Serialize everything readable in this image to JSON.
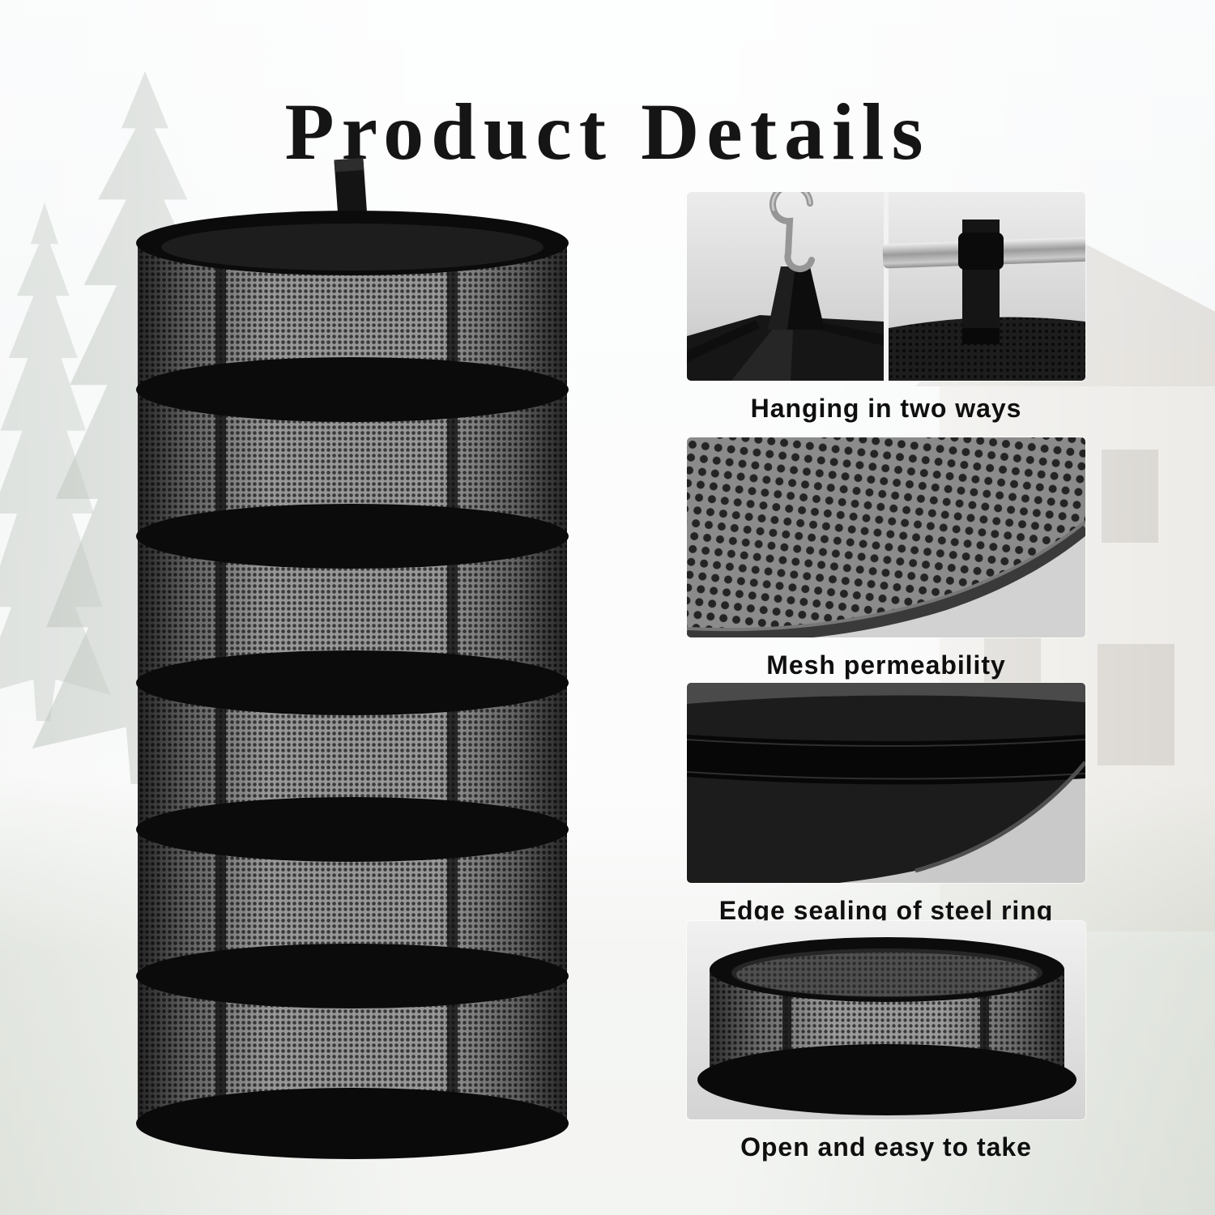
{
  "page": {
    "title": "Product Details"
  },
  "main_image": {
    "description": "6-layer black mesh hanging drying rack with top hanging strap"
  },
  "details": [
    {
      "caption": "Hanging in two ways"
    },
    {
      "caption": "Mesh permeability"
    },
    {
      "caption": "Edge sealing of steel ring"
    },
    {
      "caption": "Open and easy to take"
    }
  ],
  "colors": {
    "title_text": "#151515",
    "caption_text": "#0f0f0f",
    "rack_black": "#0b0b0b",
    "mesh_gray": "#979797",
    "photo_background_gray": "#d2d2d2",
    "page_background": "#ffffff"
  }
}
